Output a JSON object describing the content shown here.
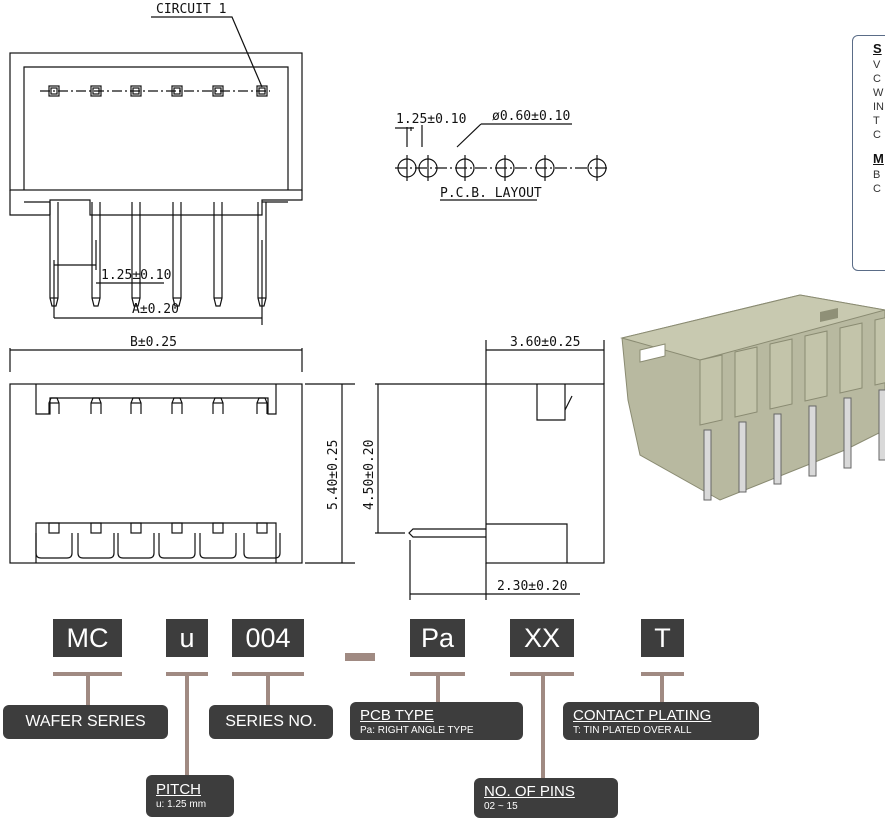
{
  "drawing": {
    "circuit_label": "CIRCUIT 1",
    "pitch_top": "1.25±0.10",
    "dim_a": "A±0.20",
    "pcb_pitch": "1.25±0.10",
    "pcb_hole": "ø0.60±0.10",
    "pcb_layout": "P.C.B. LAYOUT",
    "dim_b": "B±0.25",
    "dim_height": "5.40±0.25",
    "dim_side_height": "4.50±0.20",
    "dim_side_width": "3.60±0.25",
    "dim_side_pin": "2.30±0.20"
  },
  "spec": {
    "heading": "S",
    "lines": [
      "V",
      "C",
      "W",
      "IN",
      "T",
      "C"
    ],
    "heading2": "M",
    "lines2": [
      "B",
      "C"
    ]
  },
  "part_number": {
    "codes": [
      "MC",
      "u",
      "004",
      "Pa",
      "XX",
      "T"
    ],
    "labels": {
      "wafer_series": "WAFER SERIES",
      "series_no": "SERIES NO.",
      "pcb_type_title": "PCB TYPE",
      "pcb_type_desc": "Pa: RIGHT ANGLE TYPE",
      "contact_title": "CONTACT PLATING",
      "contact_desc": "T: TIN PLATED OVER ALL",
      "pitch_title": "PITCH",
      "pitch_desc": "u: 1.25 mm",
      "pins_title": "NO. OF PINS",
      "pins_desc": "02 ~ 15"
    }
  },
  "colors": {
    "code_bg": "#3d3d3d",
    "connector_line": "#a08a82",
    "spec_border": "#5a6c87"
  }
}
